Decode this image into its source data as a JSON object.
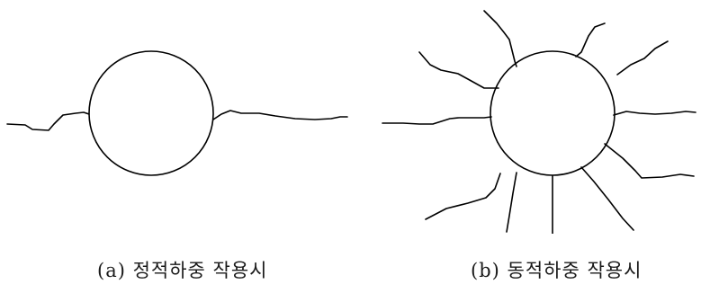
{
  "panels": [
    {
      "id": "a",
      "caption": "(a) 정적하중 작용시"
    },
    {
      "id": "b",
      "caption": "(b) 동적하중 작용시"
    }
  ]
}
